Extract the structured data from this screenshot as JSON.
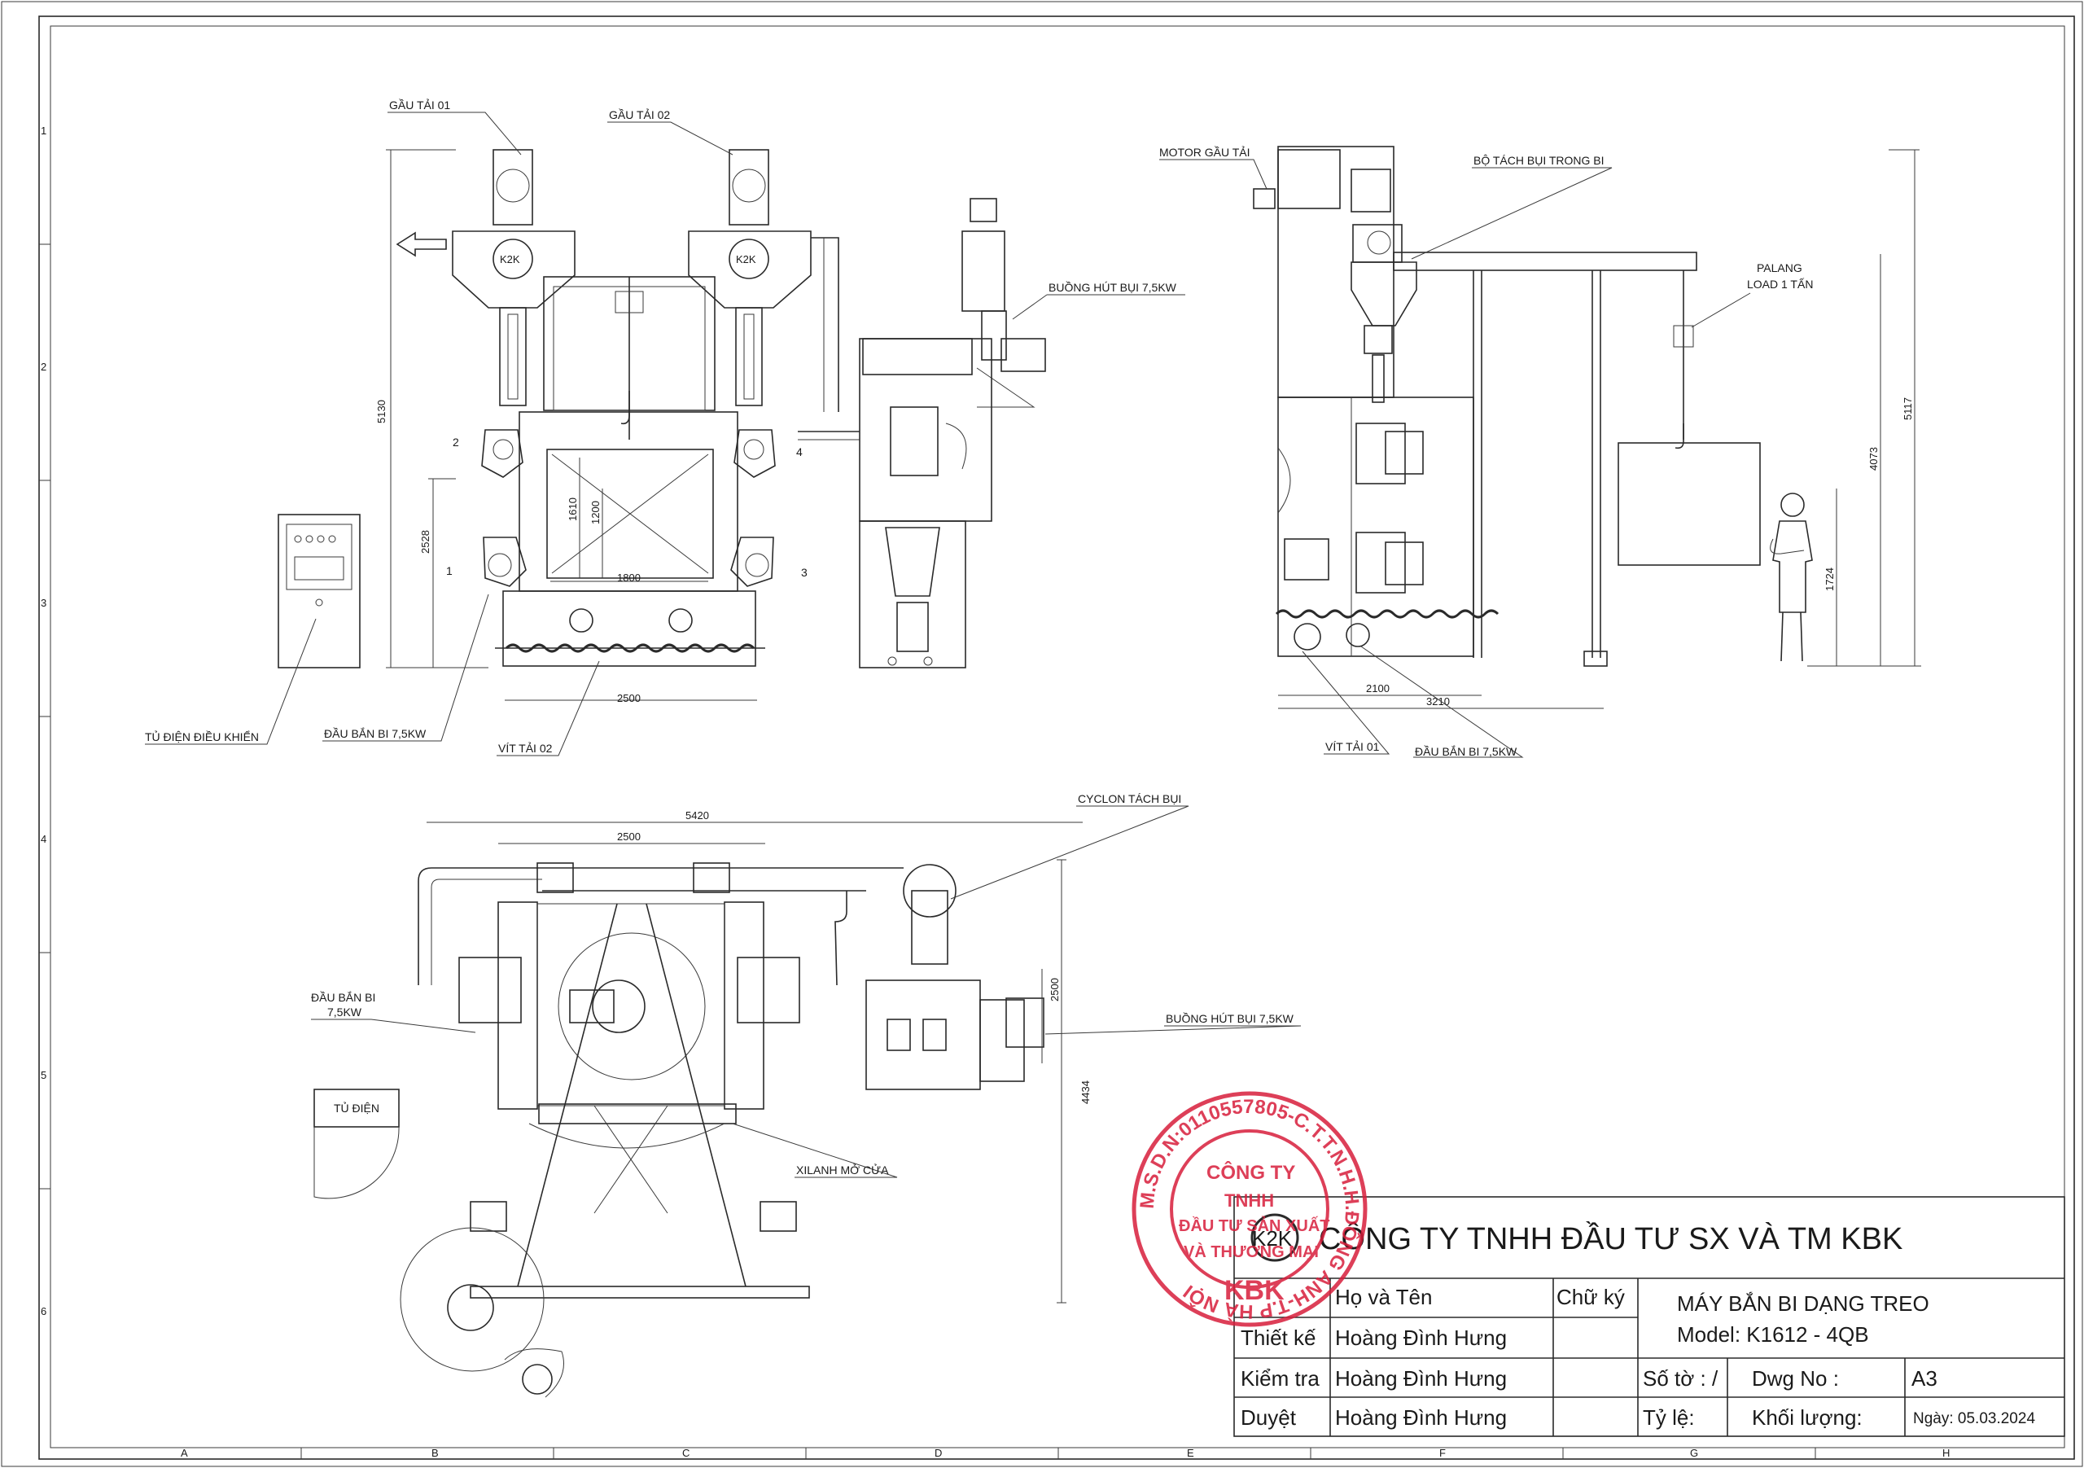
{
  "labels": {
    "gau_tai_01": "GẦU TẢI 01",
    "gau_tai_02": "GẦU TẢI 02",
    "buong_hut_bui": "BUỒNG HÚT BỤI 7,5KW",
    "tu_dien_dieu_khien": "TỦ ĐIỆN ĐIỀU KHIỂN",
    "dau_ban_bi": "ĐẦU BẮN BI 7,5KW",
    "vit_tai_02": "VÍT TẢI 02",
    "motor_gau_tai": "MOTOR GẦU TẢI",
    "bo_tach_bui": "BỘ TÁCH BỤI TRONG BI",
    "palang_1": "PALANG",
    "palang_2": "LOAD 1 TẤN",
    "vit_tai_01": "VÍT TẢI 01",
    "dau_ban_bi_r": "ĐẦU BẮN BI 7,5KW",
    "cyclon": "CYCLON TÁCH BỤI",
    "dau_ban_bi_plan_1": "ĐẦU BẮN BI",
    "dau_ban_bi_plan_2": "7,5KW",
    "buong_hut_bui_plan": "BUỒNG HÚT BỤI 7,5KW",
    "tu_dien": "TỦ ĐIỆN",
    "xilanh": "XILANH MỞ CỬA",
    "logo": "K2K"
  },
  "dims": {
    "d5130": "5130",
    "d2528": "2528",
    "d1610": "1610",
    "d1200": "1200",
    "d1800": "1800",
    "d2500": "2500",
    "d5117": "5117",
    "d4073": "4073",
    "d1724": "1724",
    "d2100": "2100",
    "d3210": "3210",
    "d5420": "5420",
    "d2500b": "2500",
    "d2500c": "2500",
    "d4434": "4434",
    "n1": "1",
    "n2": "2",
    "n3": "3",
    "n4": "4"
  },
  "border": {
    "cols": [
      "A",
      "B",
      "C",
      "D",
      "E",
      "F",
      "G",
      "H"
    ],
    "rows": [
      "1",
      "2",
      "3",
      "4",
      "5",
      "6"
    ]
  },
  "title_block": {
    "company": "CÔNG TY TNHH ĐẦU TƯ SX VÀ TM KBK",
    "ho_ten_header": "Họ và Tên",
    "chu_ky_header": "Chữ ký",
    "thiet_ke_label": "Thiết kế",
    "thiet_ke_name": "Hoàng Đình Hưng",
    "kiem_tra_label": "Kiểm tra",
    "kiem_tra_name": "Hoàng Đình Hưng",
    "duyet_label": "Duyệt",
    "duyet_name": "Hoàng Đình Hưng",
    "machine": "MÁY BẮN BI DẠNG TREO",
    "model": "Model: K1612 - 4QB",
    "so_to": "Số tờ : /",
    "dwg_no": "Dwg No :",
    "size": "A3",
    "ty_le": "Tỷ lệ:",
    "khoi_luong": "Khối lượng:",
    "ngay": "Ngày:  05.03.2024"
  },
  "stamp": {
    "ring": "M.S.D.N:0110557805-C.T.T.N.H.H.ĐÔNG ANH-T.P HÀ NỘI",
    "l1": "CÔNG TY",
    "l2": "TNHH",
    "l3": "ĐẦU TƯ SẢN XUẤT",
    "l4": "VÀ THƯƠNG MẠI",
    "l5": "KBK",
    "color": "#d81e3c"
  }
}
